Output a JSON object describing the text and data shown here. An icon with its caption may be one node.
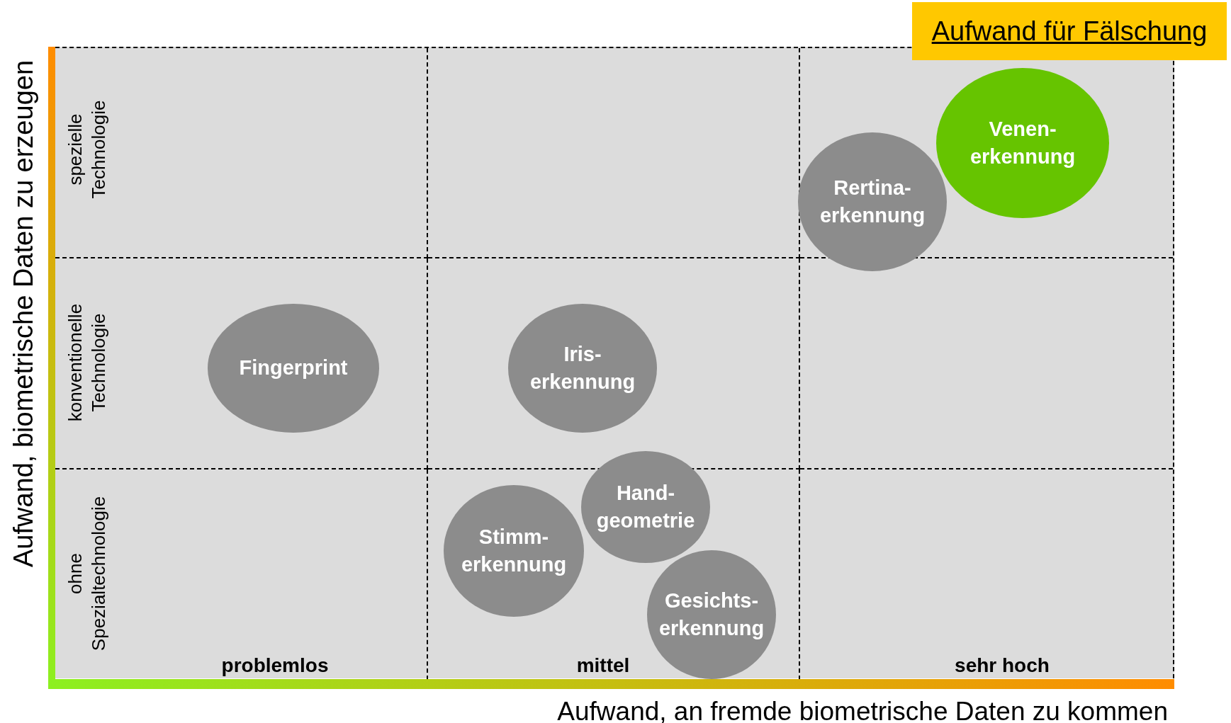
{
  "diagram": {
    "nodes": [
      {
        "text": [
          "Aufwand für Fälschung"
        ]
      },
      {
        "text": [
          "Venen- erkennung"
        ]
      },
      {
        "text": [
          "Rertina- erkennung"
        ]
      },
      {
        "text": [
          "Fingerprint"
        ]
      },
      {
        "text": [
          "Iris- erkennung"
        ]
      },
      {
        "text": [
          "Hand- geometrie"
        ]
      },
      {
        "text": [
          "Stimm- erkennung"
        ]
      },
      {
        "text": [
          "Gesichts- erkennung"
        ]
      }
    ],
    "labels": [
      "Aufwand, biometrische Daten zu erzeugen",
      "spezielle Technologie",
      "konventionelle Technologie",
      "ohne Spezialtechnologie",
      "problemlos",
      "mittel",
      "sehr hoch",
      "Aufwand, an fremde biometrische Daten zu kommen"
    ]
  }
}
